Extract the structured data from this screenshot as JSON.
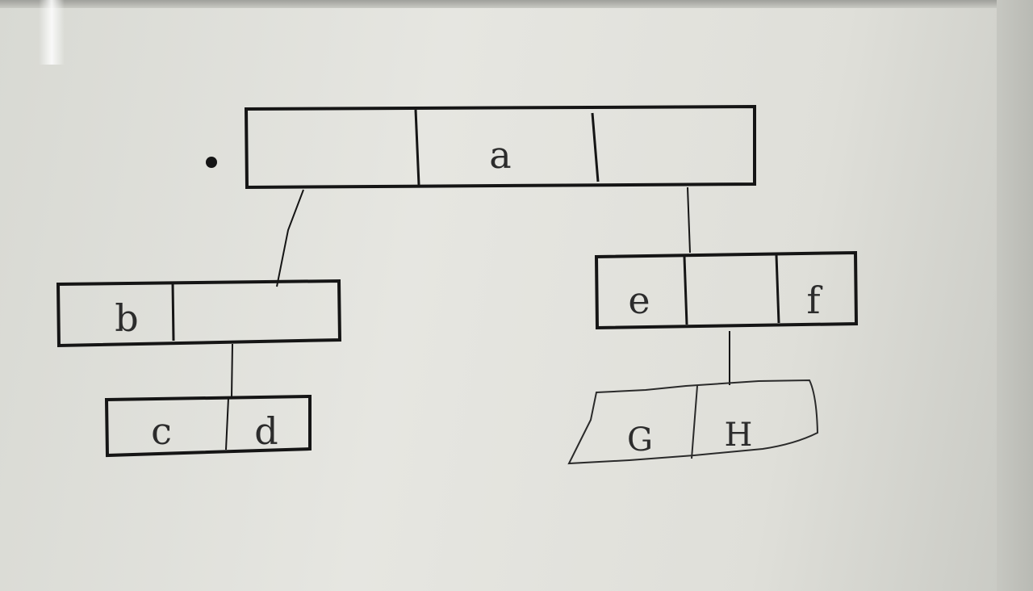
{
  "nodes": {
    "root": {
      "keys": [
        "",
        "a",
        ""
      ]
    },
    "left": {
      "keys": [
        "b",
        ""
      ]
    },
    "left_child": {
      "keys": [
        "c",
        "d"
      ]
    },
    "right": {
      "keys": [
        "e",
        "",
        "f"
      ]
    },
    "right_child": {
      "keys": [
        "G",
        "H"
      ]
    }
  },
  "colors": {
    "ink": "#151515",
    "background": "#e2e2dc"
  }
}
